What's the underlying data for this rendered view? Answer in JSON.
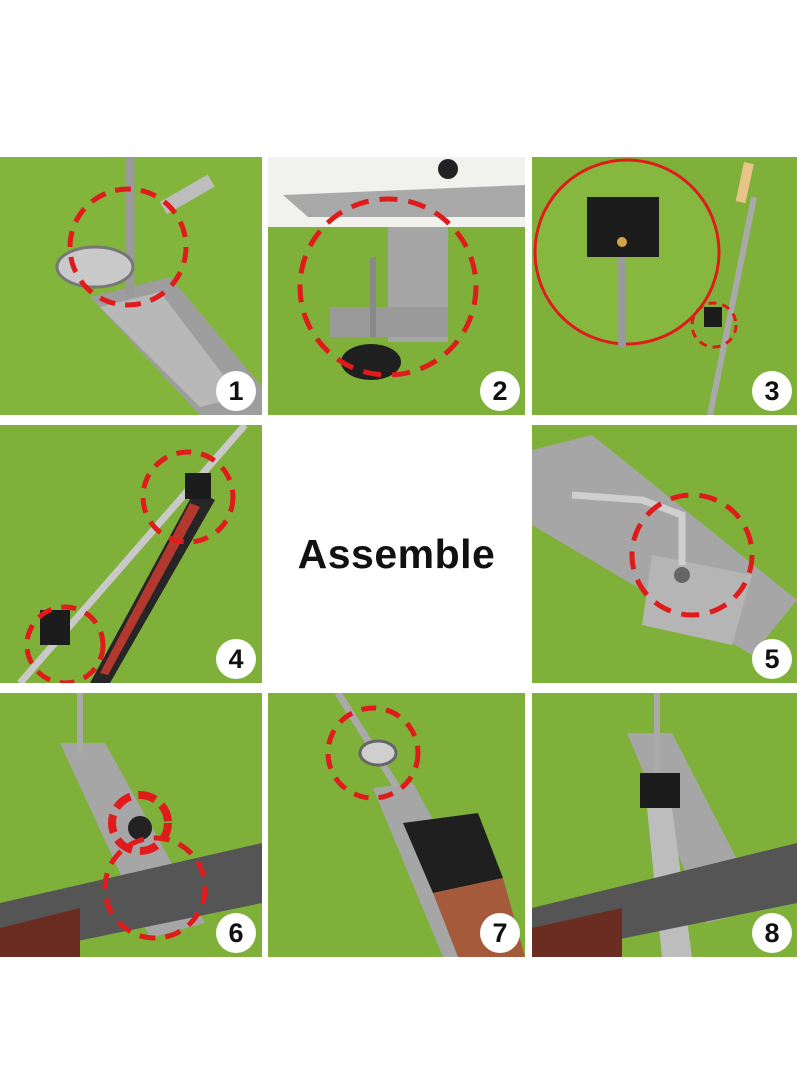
{
  "title": "Assemble",
  "steps": [
    {
      "number": "1"
    },
    {
      "number": "2"
    },
    {
      "number": "3"
    },
    {
      "number": "4"
    },
    {
      "number": "5"
    },
    {
      "number": "6"
    },
    {
      "number": "7"
    },
    {
      "number": "8"
    }
  ],
  "colors": {
    "fabric_green": "#7fb03a",
    "highlight_red": "#e01b1b",
    "metal_grey": "#a8a8a8",
    "background": "#ffffff"
  },
  "icons": [
    "number-badge",
    "highlight-circle"
  ]
}
